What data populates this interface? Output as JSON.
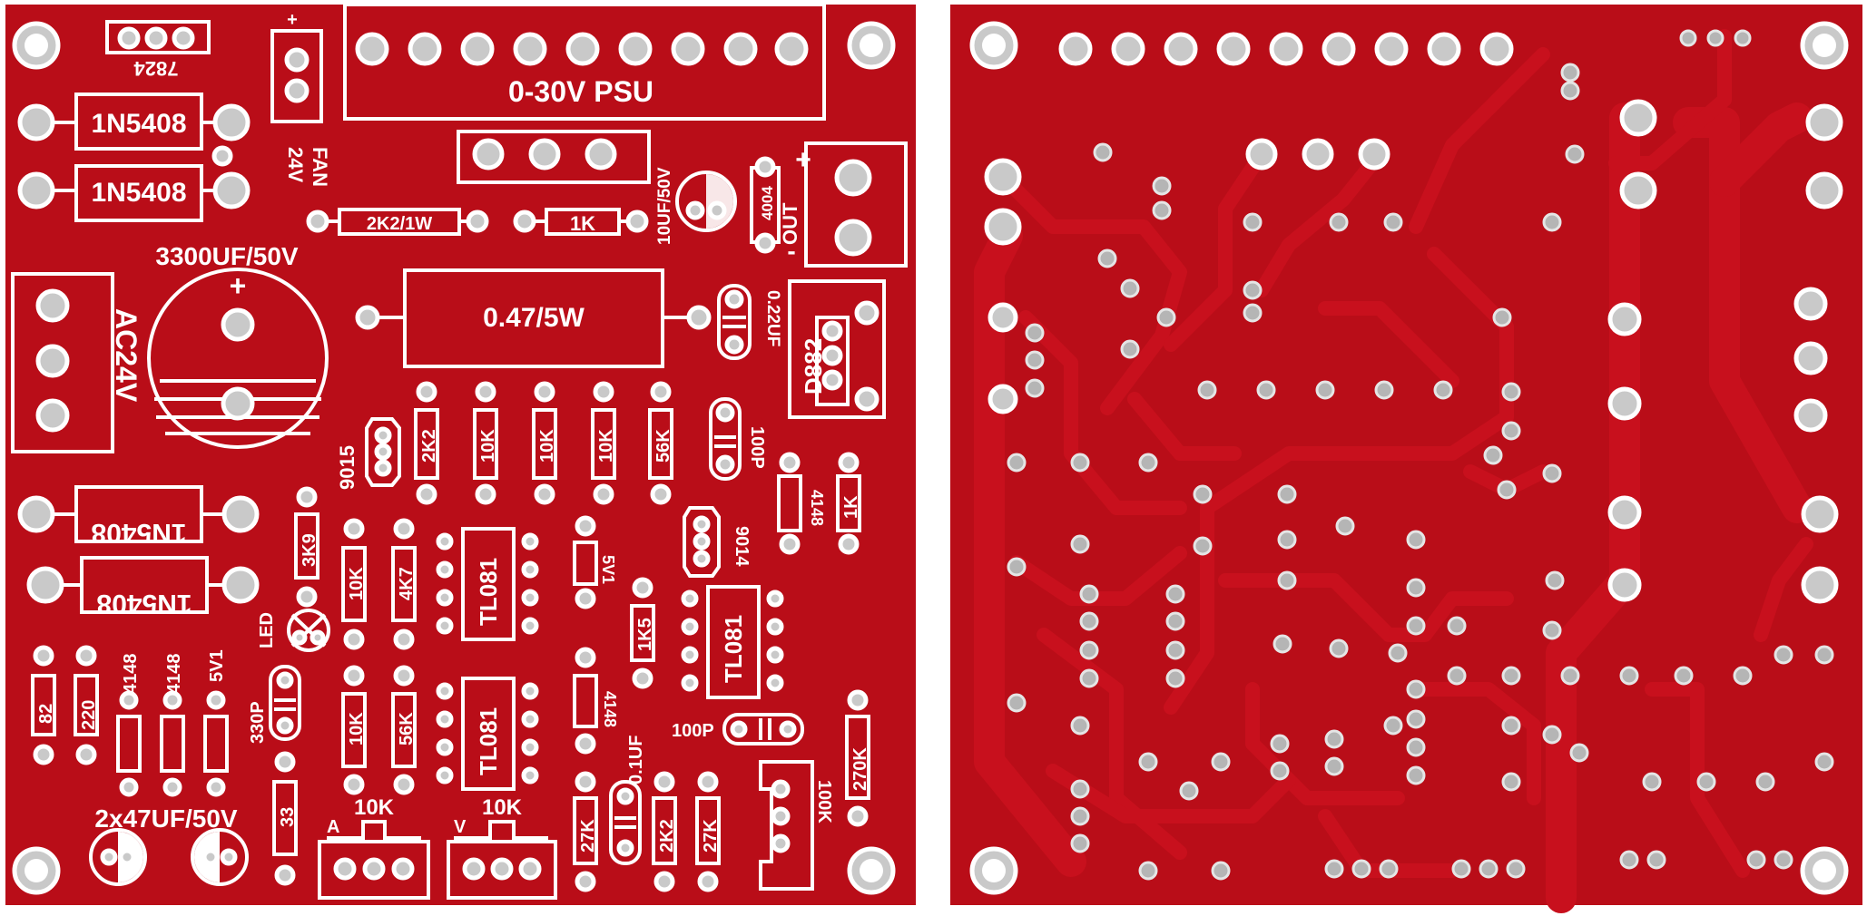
{
  "colors": {
    "board_red": "#b90d18",
    "board_red_dark": "#a80a14",
    "silkscreen": "#ffffff",
    "pad_silver": "#c9c9c9",
    "background": "#ffffff"
  },
  "front": {
    "title": "0-30V PSU",
    "regulator": "7824",
    "fan": [
      "FAN",
      "24V"
    ],
    "fan_plus": "+",
    "diodes": [
      "1N5408",
      "1N5408",
      "1N5408",
      "1N5408"
    ],
    "resistors": {
      "r_2k2_1w": "2K2/1W",
      "r_1k_top": "1K",
      "r_shunt": "0.47/5W",
      "r_2k2": "2K2",
      "r_10k_a": "10K",
      "r_10k_b": "10K",
      "r_10k_c": "10K",
      "r_56k_a": "56K",
      "r_3k9": "3K9",
      "r_10k_d": "10K",
      "r_4k7": "4K7",
      "r_1k5": "1K5",
      "r_1k_right": "1K",
      "r_10k_e": "10K",
      "r_56k_b": "56K",
      "r_82": "82",
      "r_220": "220",
      "r_33": "33",
      "r_27k_a": "27K",
      "r_2k2_b": "2K2",
      "r_27k_b": "27K",
      "r_270k": "270K"
    },
    "capacitors": {
      "c_main": "3300UF/50V",
      "c_main_plus": "+",
      "c_10uf": "10UF/50V",
      "c_022": "0.22UF",
      "c_100p_a": "100P",
      "c_100p_b": "100P",
      "c_330p": "330P",
      "c_01uf": "0.1UF",
      "c_2x47": "2x47UF/50V"
    },
    "semis": {
      "d_4004": "4004",
      "d_4148_a": "4148",
      "d_4148_b": "4148",
      "d_4148_c": "4148",
      "d_4148_d": "4148",
      "z_5v1_a": "5V1",
      "z_5v1_b": "5V1",
      "q_9015": "9015",
      "q_9014": "9014",
      "q_d882": "D882",
      "ic_1": "TL081",
      "ic_2": "TL081",
      "ic_3": "TL081",
      "led": "LED"
    },
    "connectors": {
      "ac_in": "AC24V",
      "out": "OUT",
      "out_minus": "-",
      "out_plus": "+",
      "pot_a_value": "10K",
      "pot_a_label": "A",
      "pot_v_value": "10K",
      "pot_v_label": "V",
      "trim": "100K"
    }
  }
}
